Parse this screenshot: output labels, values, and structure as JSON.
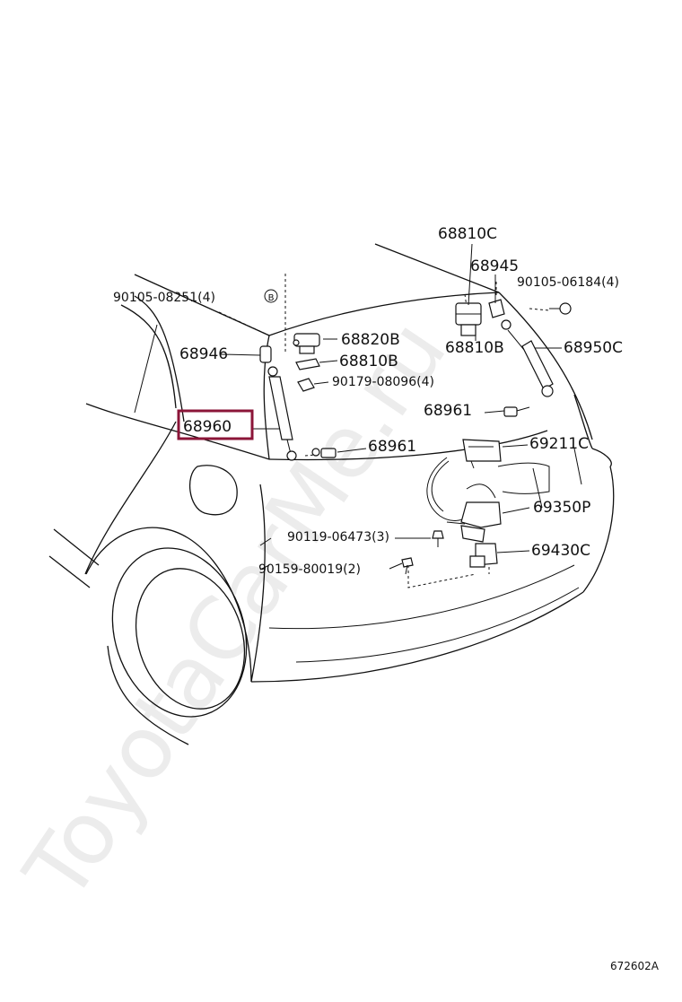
{
  "watermark": "ToyotaCarMe.ru",
  "diagram_code": "672602A",
  "highlight_color": "#8b1538",
  "labels": {
    "p68810C": "68810C",
    "p68945": "68945",
    "p90105_06184": "90105-06184(4)",
    "p90105_08251": "90105-08251(4)",
    "p68820B": "68820B",
    "p68810B_a": "68810B",
    "p68810B_b": "68810B",
    "p68950C": "68950C",
    "p68946": "68946",
    "p90179_08096": "90179-08096(4)",
    "p68961_a": "68961",
    "p68960": "68960",
    "p68961_b": "68961",
    "p69211C": "69211C",
    "p69350P": "69350P",
    "p90119_06473": "90119-06473(3)",
    "p69430C": "69430C",
    "p90159_80019": "90159-80019(2)"
  },
  "marker_b": "B"
}
